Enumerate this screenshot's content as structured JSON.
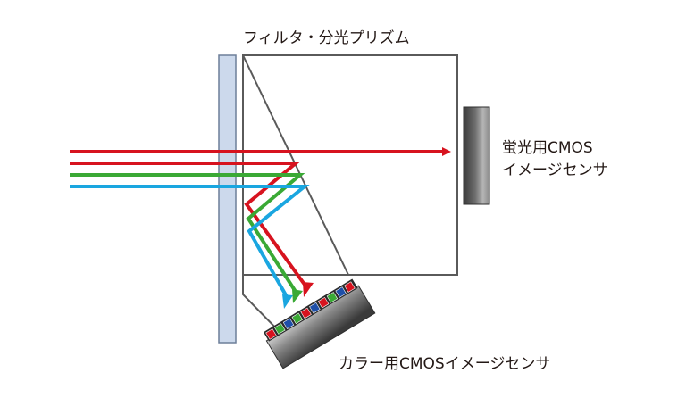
{
  "labels": {
    "prism_title": "フィルタ・分光プリズム",
    "fluor_sensor_line1": "蛍光用CMOS",
    "fluor_sensor_line2": "イメージセンサ",
    "color_sensor": "カラー用CMOSイメージセンサ"
  },
  "beams": [
    {
      "name": "fluorescence-red",
      "color": "#d7131f"
    },
    {
      "name": "visible-red",
      "color": "#d7131f"
    },
    {
      "name": "visible-green",
      "color": "#3aa935"
    },
    {
      "name": "visible-blue",
      "color": "#1aa6e0"
    }
  ],
  "colors": {
    "filter_fill": "#ccd9ec",
    "filter_stroke": "#6d7f99",
    "prism_stroke": "#5a5a5a",
    "sensor_dark": "#3c3c3c",
    "sensor_light": "#bdbdbd"
  },
  "pixel_pattern": [
    "red",
    "green",
    "blue",
    "green",
    "red",
    "blue",
    "red",
    "green",
    "blue",
    "red"
  ]
}
